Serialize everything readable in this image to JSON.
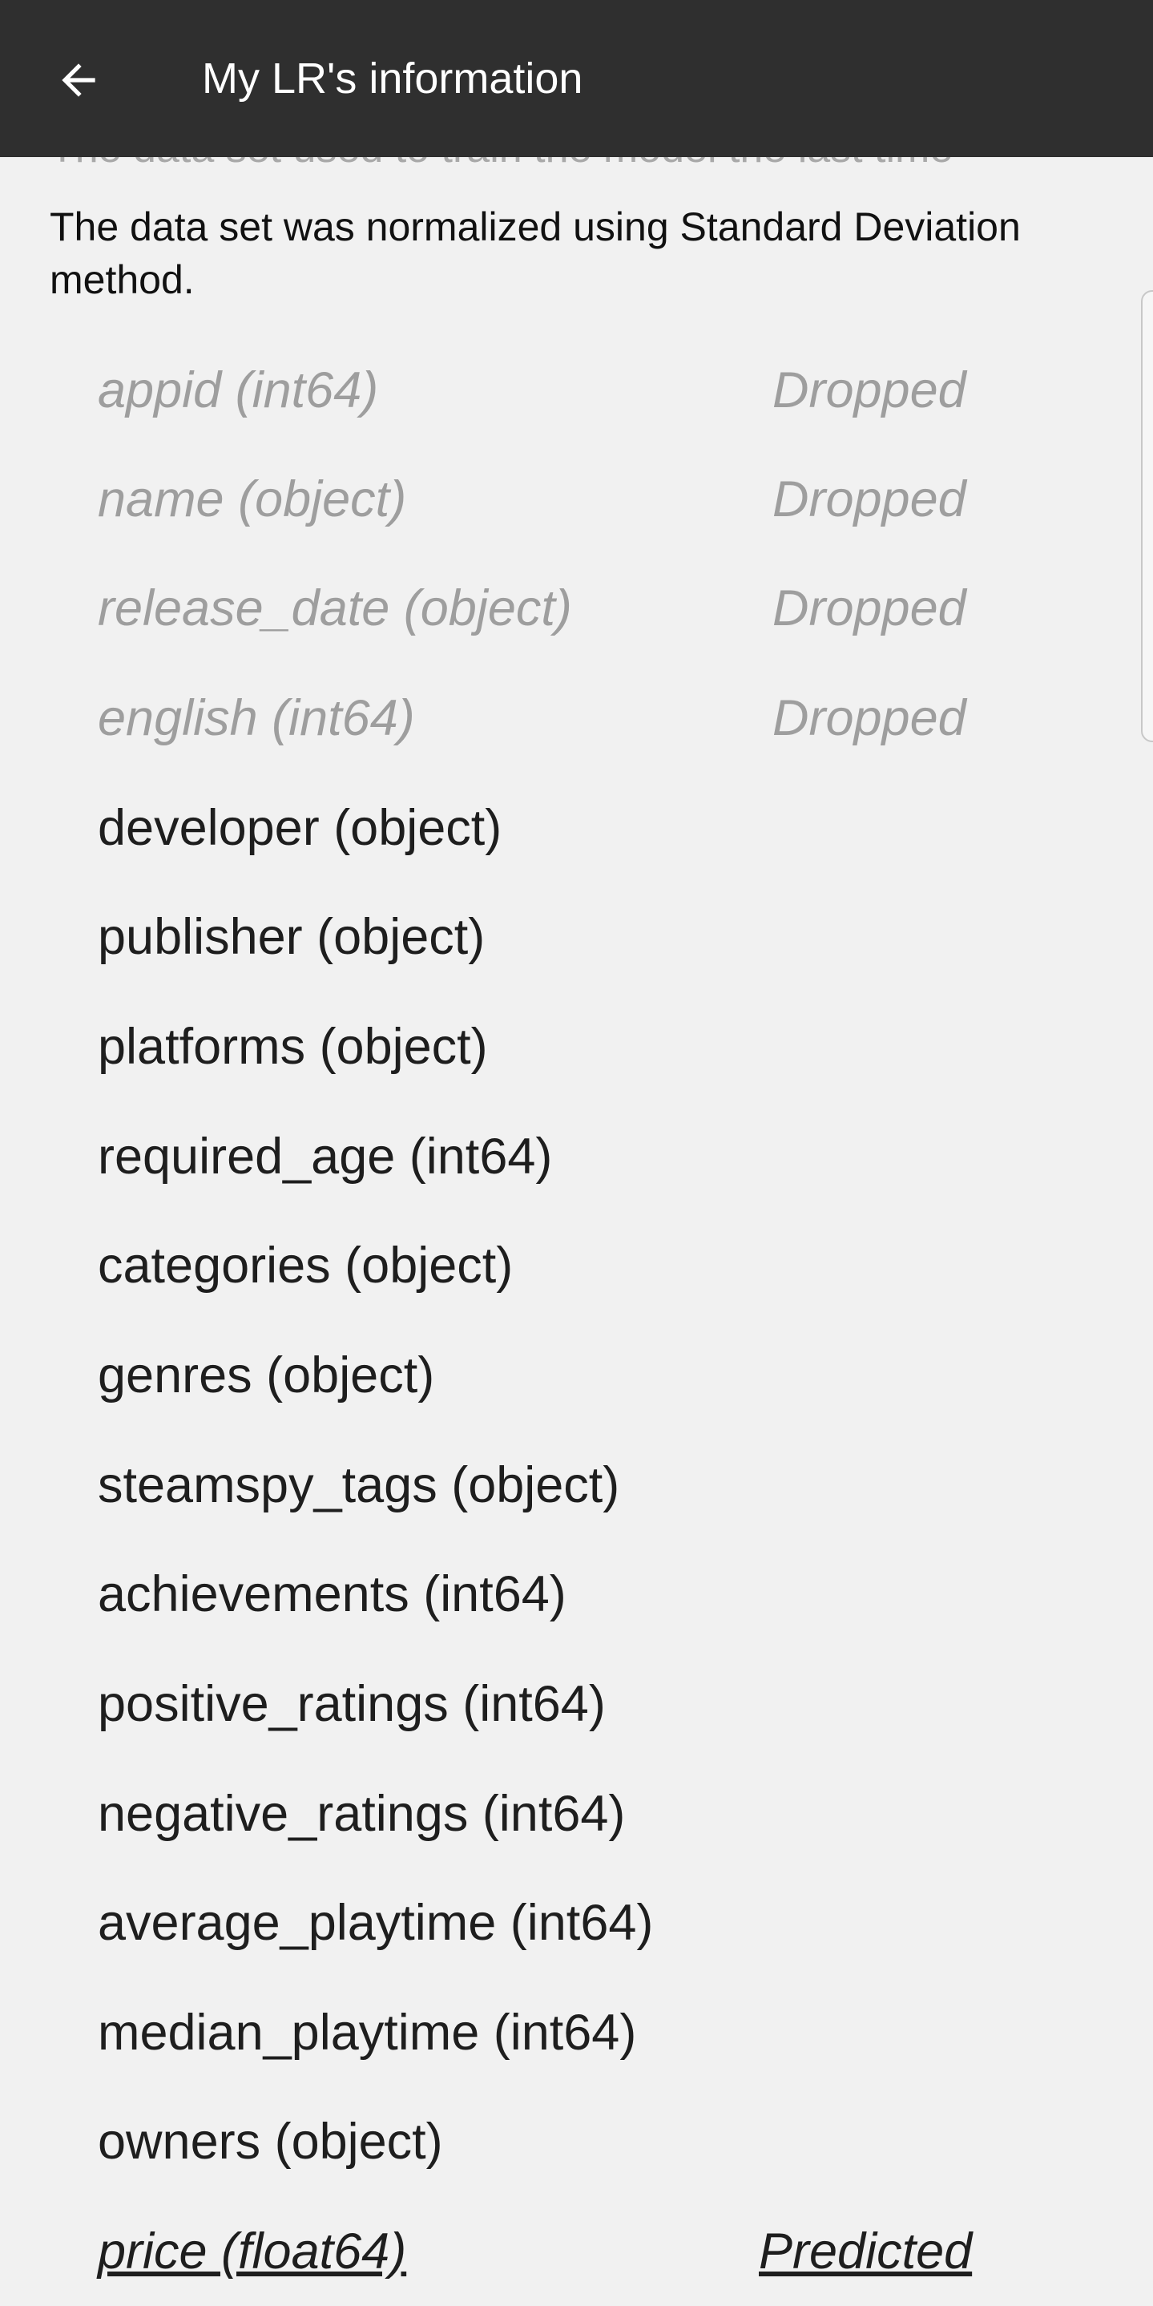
{
  "appbar": {
    "title": "My LR's information",
    "back_icon": "arrow-left-icon"
  },
  "content": {
    "faded_text": "The data set used to train the model the last time",
    "intro": "The data set was normalized using Standard Deviation method.",
    "features": [
      {
        "name": "appid (int64)",
        "status": "Dropped",
        "kind": "dropped"
      },
      {
        "name": "name (object)",
        "status": "Dropped",
        "kind": "dropped"
      },
      {
        "name": "release_date (object)",
        "status": "Dropped",
        "kind": "dropped"
      },
      {
        "name": "english (int64)",
        "status": "Dropped",
        "kind": "dropped"
      },
      {
        "name": "developer (object)",
        "status": "",
        "kind": "normal"
      },
      {
        "name": "publisher (object)",
        "status": "",
        "kind": "normal"
      },
      {
        "name": "platforms (object)",
        "status": "",
        "kind": "normal"
      },
      {
        "name": "required_age (int64)",
        "status": "",
        "kind": "normal"
      },
      {
        "name": "categories (object)",
        "status": "",
        "kind": "normal"
      },
      {
        "name": "genres (object)",
        "status": "",
        "kind": "normal"
      },
      {
        "name": "steamspy_tags (object)",
        "status": "",
        "kind": "normal"
      },
      {
        "name": "achievements (int64)",
        "status": "",
        "kind": "normal"
      },
      {
        "name": "positive_ratings (int64)",
        "status": "",
        "kind": "normal"
      },
      {
        "name": "negative_ratings (int64)",
        "status": "",
        "kind": "normal"
      },
      {
        "name": "average_playtime (int64)",
        "status": "",
        "kind": "normal"
      },
      {
        "name": "median_playtime (int64)",
        "status": "",
        "kind": "normal"
      },
      {
        "name": "owners (object)",
        "status": "",
        "kind": "normal"
      },
      {
        "name": "price (float64)",
        "status": "Predicted",
        "kind": "predicted"
      }
    ]
  },
  "colors": {
    "appbar": "#2f2f2f",
    "background": "#f1f1f1",
    "dropped_text": "#9e9e9e",
    "primary_text": "#1e1e1e"
  }
}
